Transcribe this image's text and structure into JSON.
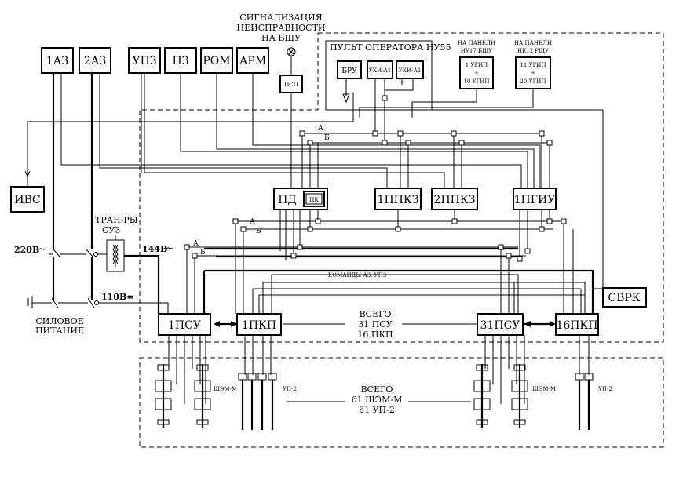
{
  "top_boxes": {
    "b1": "1АЗ",
    "b2": "2АЗ",
    "b3": "УПЗ",
    "b4": "ПЗ",
    "b5": "РОМ",
    "b6": "АРМ"
  },
  "alarm": {
    "line1": "СИГНАЛИЗАЦИЯ",
    "line2": "НЕИСПРАВНОСТИ",
    "line3": "НА БЩУ",
    "psp": "ПСП"
  },
  "console": {
    "title": "ПУЛЬТ ОПЕРАТОРА НУ55",
    "bru": "БРУ",
    "ukn1": "УКИ-А1",
    "ukn2": "УКИ-А1"
  },
  "panels": {
    "p1": {
      "head1": "НА ПАНЕЛИ",
      "head2": "НУ17 БЩУ",
      "l1": "1 УГИП",
      "l2": "÷",
      "l3": "10 УГИП"
    },
    "p2": {
      "head1": "НА ПАНЕЛИ",
      "head2": "НЕ12 РЩУ",
      "l1": "11 УГИП",
      "l2": "÷",
      "l3": "20 УГИП"
    }
  },
  "ivs": "ИВС",
  "mid": {
    "pd": "ПД",
    "pk": "ПК",
    "ppkz1": "1ППКЗ",
    "ppkz2": "2ППКЗ",
    "pgiu": "1ПГИУ"
  },
  "bus": {
    "a": "А",
    "b": "Б"
  },
  "trans": {
    "line1": "ТРАН-РЫ",
    "line2": "СУЗ"
  },
  "power": {
    "v220": "220В",
    "v144": "144В",
    "v110": "110В=",
    "tilde": "~",
    "caption1": "СИЛОВОЕ",
    "caption2": "ПИТАНИЕ"
  },
  "commands": "КОМАНДЫ АЗ, УПЗ",
  "svrk": "СВРК",
  "bottom_boxes": {
    "psu1": "1ПСУ",
    "pkp1": "1ПКП",
    "psu31": "31ПСУ",
    "pkp16": "16ПКП"
  },
  "total_top": {
    "l1": "ВСЕГО",
    "l2": "31 ПСУ",
    "l3": "16 ПКП"
  },
  "total_bottom": {
    "l1": "ВСЕГО",
    "l2": "61 ШЭМ-М",
    "l3": "61 УП-2"
  },
  "drives": {
    "shem_left": "ШЭМ-М",
    "up_left": "УП-2",
    "shem_right": "ШЭМ-М",
    "up_right": "УП-2"
  }
}
